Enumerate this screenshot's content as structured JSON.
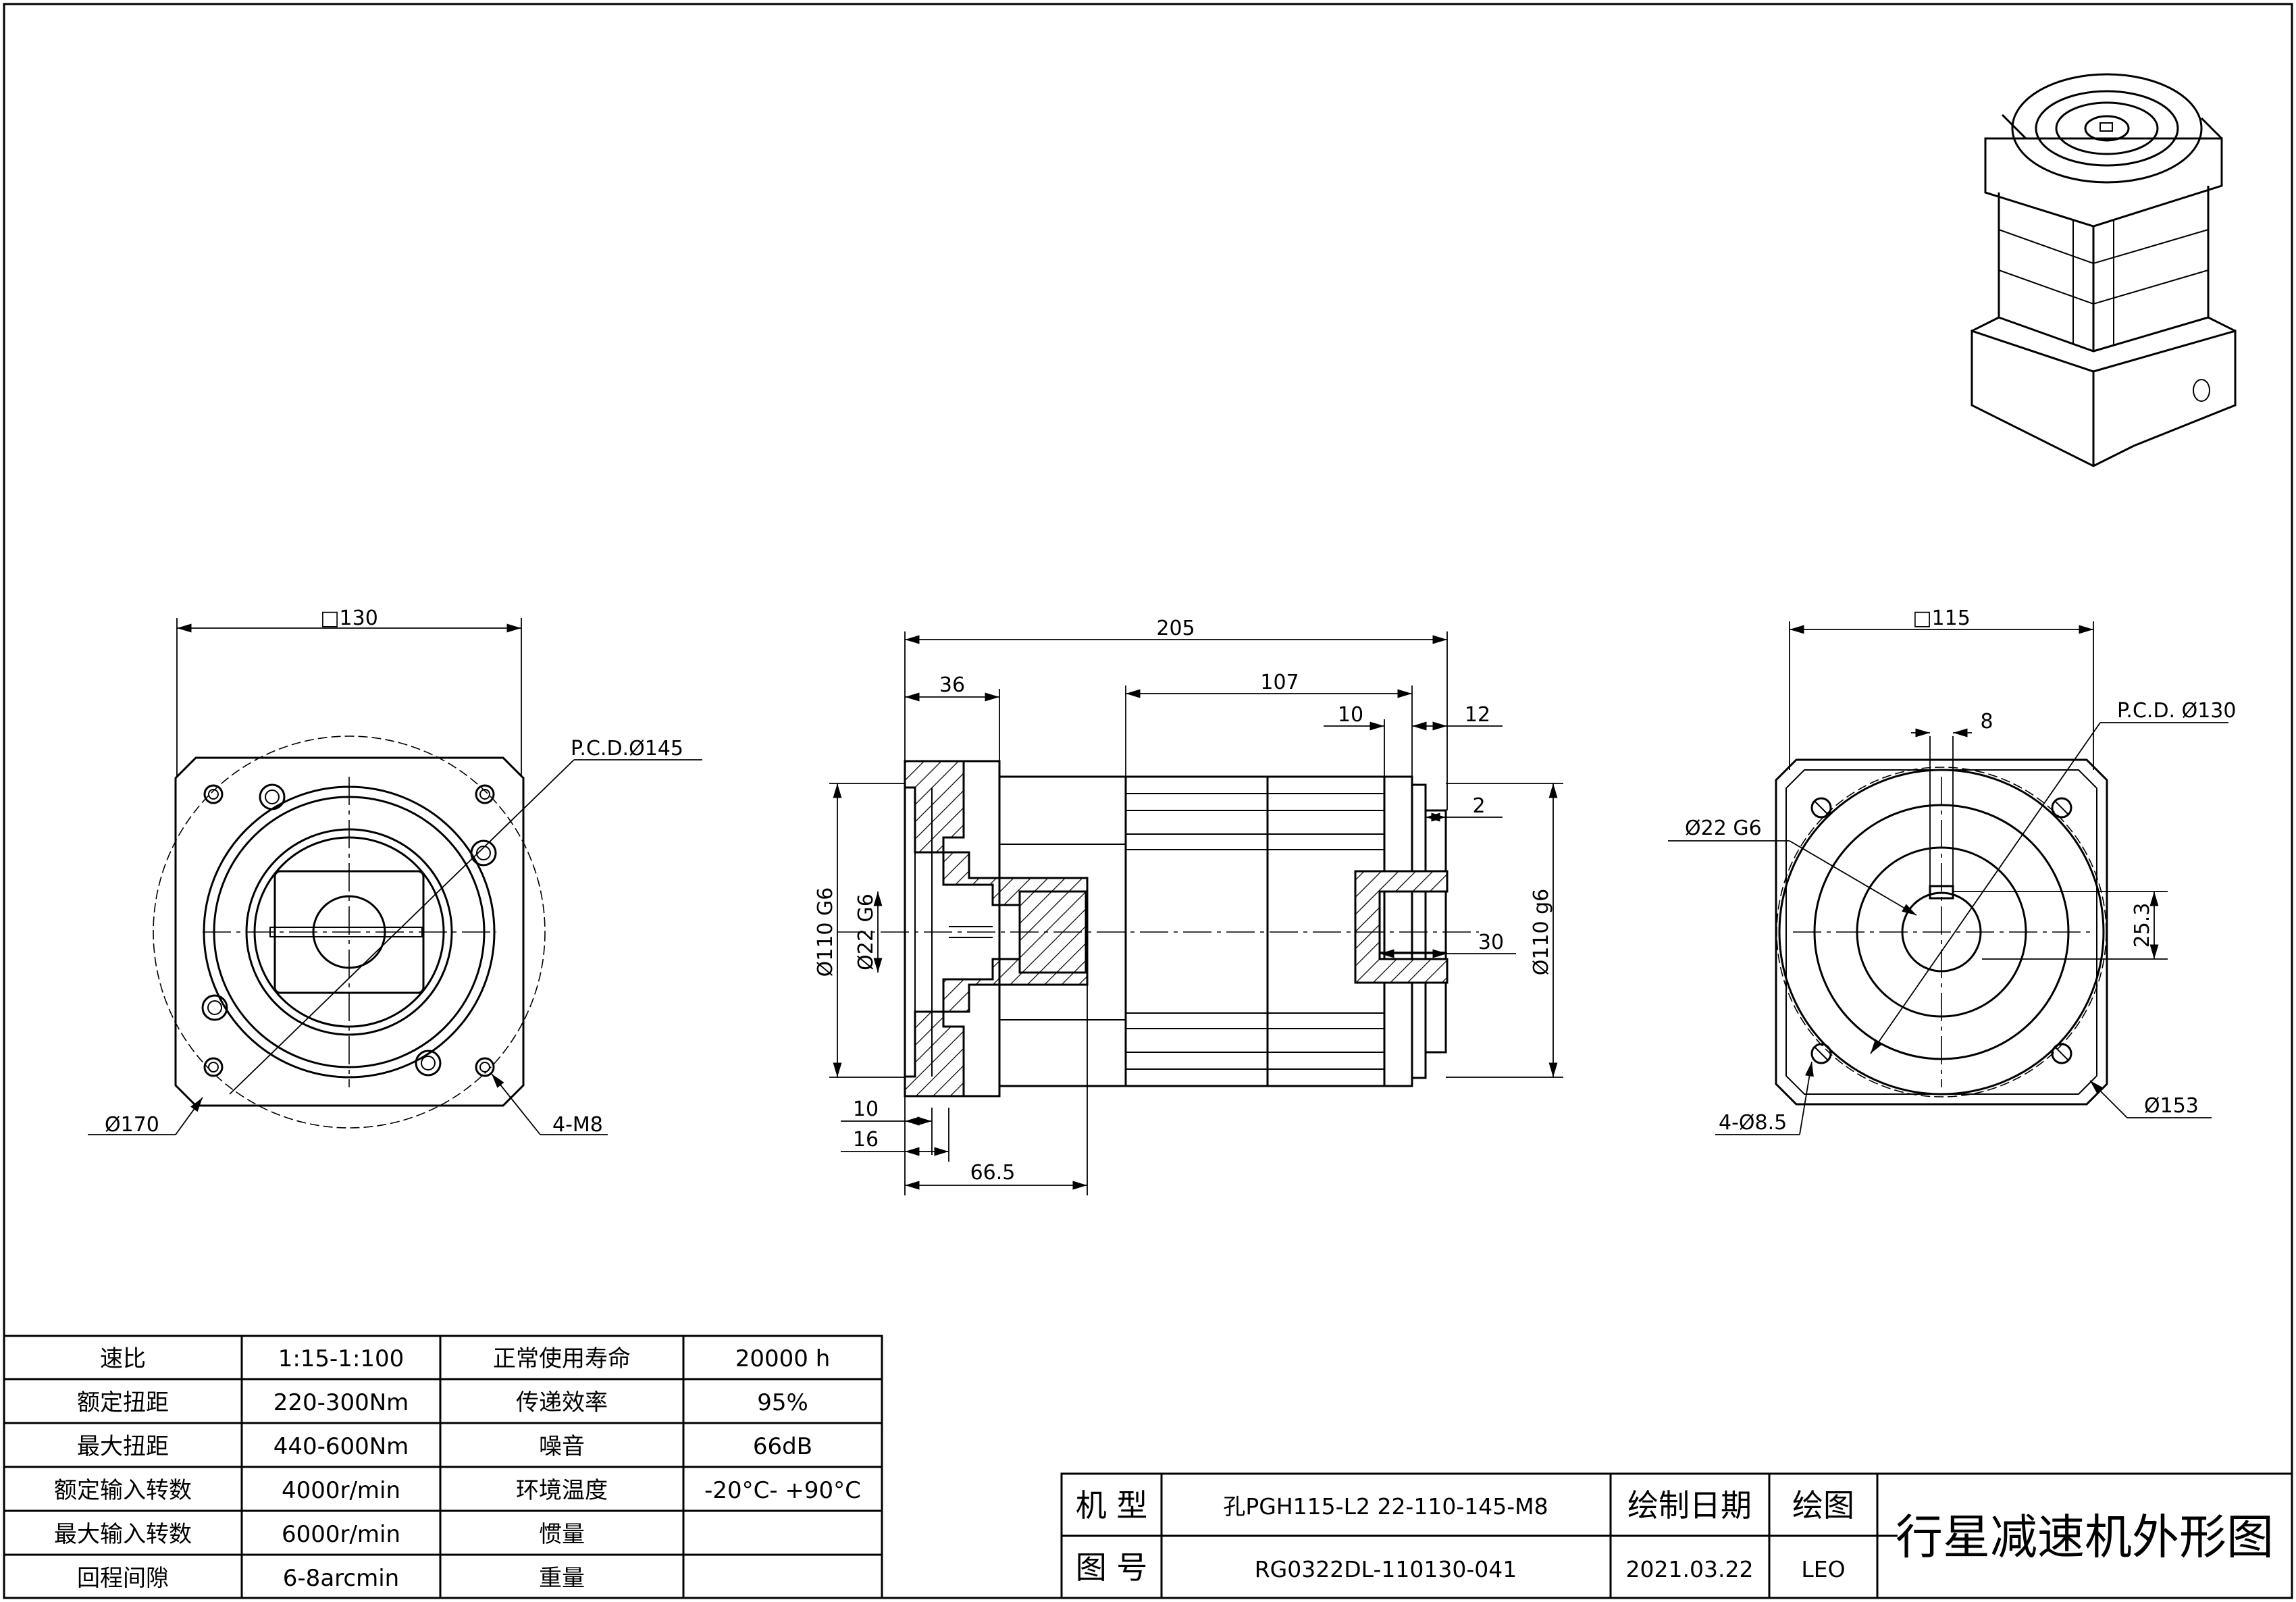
{
  "drawing": {
    "title": "行星减速机外形图",
    "front_view": {
      "square": "□130",
      "pcd": "P.C.D.Ø145",
      "outer_dia": "Ø170",
      "mount_holes": "4-M8"
    },
    "side_view": {
      "overall_length": "205",
      "flange_length": "36",
      "body_length": "107",
      "step_10": "10",
      "step_12": "12",
      "step_2": "2",
      "input_bore": "Ø110 G6",
      "shaft_bore": "Ø22 G6",
      "output_pilot": "Ø110 g6",
      "shaft_len": "30",
      "left_10": "10",
      "left_16": "16",
      "input_depth": "66.5"
    },
    "rear_view": {
      "square": "□115",
      "key_width": "8",
      "pcd": "P.C.D. Ø130",
      "bore": "Ø22 G6",
      "key_height": "25.3",
      "mount_holes": "4-Ø8.5",
      "outer_dia": "Ø153"
    }
  },
  "specs": {
    "rows": [
      {
        "label": "速比",
        "value": "1:15-1:100",
        "label2": "正常使用寿命",
        "value2": "20000 h"
      },
      {
        "label": "额定扭距",
        "value": "220-300Nm",
        "label2": "传递效率",
        "value2": "95%"
      },
      {
        "label": "最大扭距",
        "value": "440-600Nm",
        "label2": "噪音",
        "value2": "66dB"
      },
      {
        "label": "额定输入转数",
        "value": "4000r/min",
        "label2": "环境温度",
        "value2": "-20°C- +90°C"
      },
      {
        "label": "最大输入转数",
        "value": "6000r/min",
        "label2": "惯量",
        "value2": ""
      },
      {
        "label": "回程间隙",
        "value": "6-8arcmin",
        "label2": "重量",
        "value2": ""
      }
    ]
  },
  "title_block": {
    "model_label": "机 型",
    "model_value": "孔PGH115-L2 22-110-145-M8",
    "drawing_no_label": "图 号",
    "drawing_no_value": "RG0322DL-110130-041",
    "date_label": "绘制日期",
    "date_value": "2021.03.22",
    "drawer_label": "绘图",
    "drawer_value": "LEO",
    "title": "行星减速机外形图"
  },
  "colors": {
    "line": "#000000",
    "background": "#ffffff"
  }
}
